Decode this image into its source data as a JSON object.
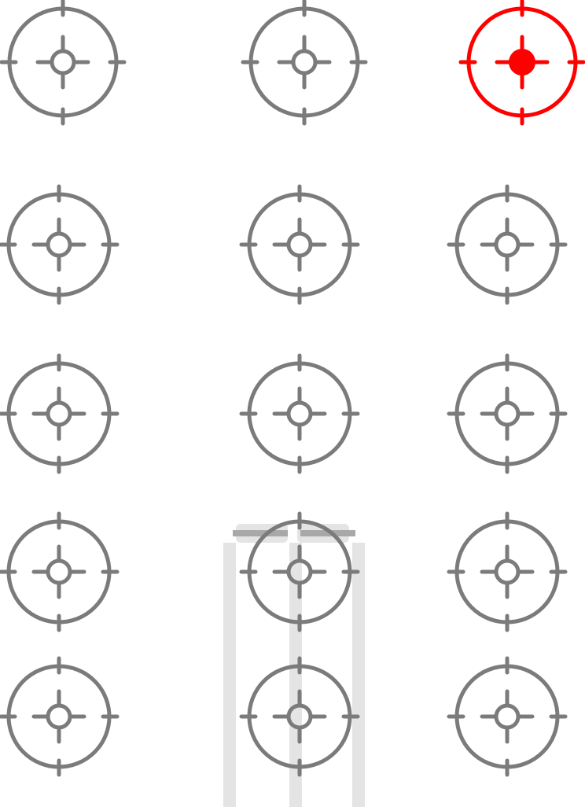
{
  "colors": {
    "default_target": "#7b7b7b",
    "selected_target": "#ff0000",
    "faded_overlay": "#e4e4e4",
    "faded_overlay_bar": "#a8a8a8",
    "background": "#ffffff"
  },
  "icon": "crosshair-target-icon",
  "grid": {
    "rows": 5,
    "columns": 3,
    "selected": {
      "row": 1,
      "column": 3
    }
  },
  "background_glyph": "faded-pi-shape"
}
